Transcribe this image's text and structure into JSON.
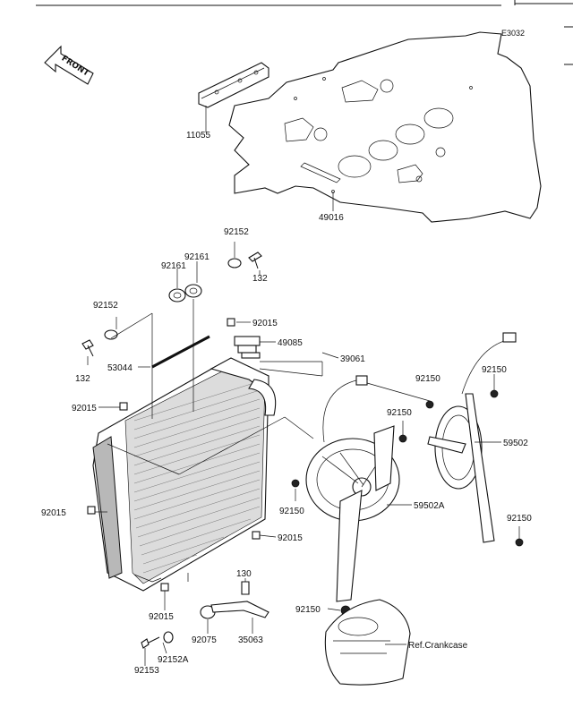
{
  "diagram": {
    "code": "E3032",
    "front_label": "FRONT",
    "reference": "Ref.Crankcase",
    "parts": [
      "11055",
      "49016",
      "92152",
      "132",
      "92161",
      "92161",
      "92152",
      "92015",
      "49085",
      "39061",
      "53044",
      "132",
      "92150",
      "92150",
      "92015",
      "92150",
      "59502",
      "59502A",
      "92150",
      "92015",
      "92150",
      "130",
      "92150",
      "92015",
      "92075",
      "35063",
      "92153",
      "92152A"
    ]
  }
}
